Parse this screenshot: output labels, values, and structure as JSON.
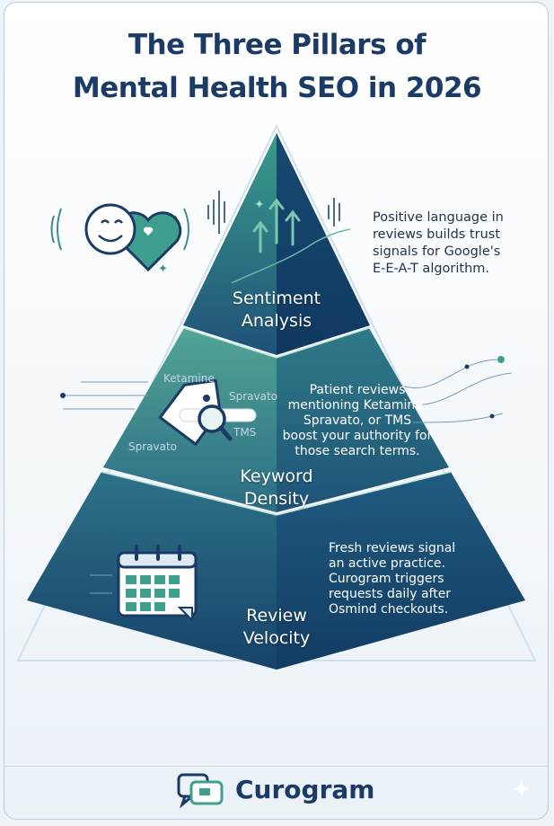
{
  "title": {
    "line1": "The Three Pillars of",
    "line2": "Mental Health SEO in 2026"
  },
  "pyramid": {
    "tiers": [
      {
        "label_line1": "Sentiment",
        "label_line2": "Analysis",
        "icon": "heart-smile-icon",
        "description": [
          "Positive language in",
          "reviews builds trust",
          "signals for Google's",
          "E-E-A-T algorithm."
        ]
      },
      {
        "label_line1": "Keyword",
        "label_line2": "Density",
        "icon": "tag-search-icon",
        "tag_words": [
          "Ketamine",
          "Spravato",
          "TMS",
          "Spravato"
        ],
        "description": [
          "Patient reviews",
          "mentioning Ketamine,",
          "Spravato, or TMS",
          "boost your authority for",
          "those search terms."
        ]
      },
      {
        "label_line1": "Review",
        "label_line2": "Velocity",
        "icon": "calendar-check-icon",
        "description": [
          "Fresh reviews signal",
          "an active practice.",
          "Curogram triggers",
          "requests daily after",
          "Osmind checkouts."
        ]
      }
    ]
  },
  "footer": {
    "brand": "Curogram",
    "logo_icon": "chat-bubbles-icon"
  },
  "colors": {
    "navy": "#1b3a66",
    "teal": "#3f9f8f",
    "tier_dark": "#1a4770",
    "tier_light": "#3a8c8a"
  }
}
